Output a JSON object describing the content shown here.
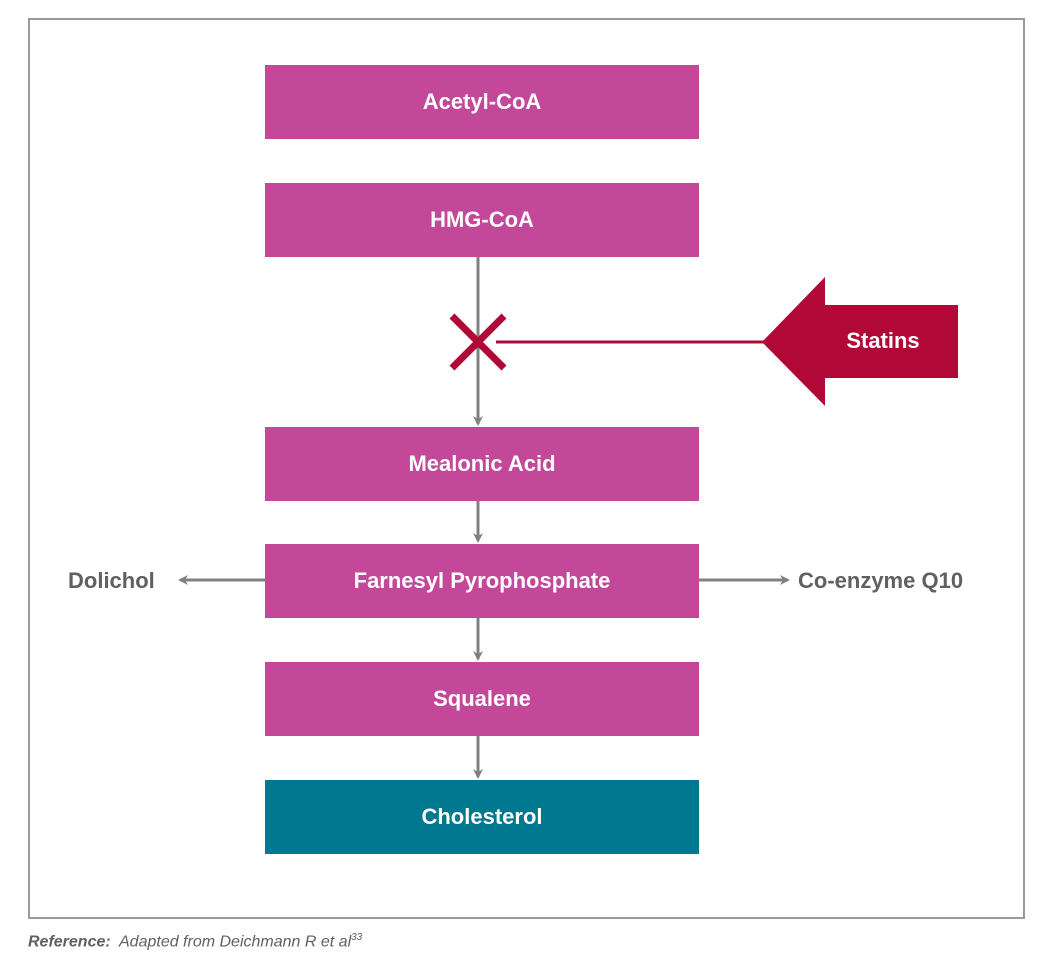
{
  "diagram": {
    "steps": [
      {
        "label": "Acetyl-CoA",
        "color": "#c4489a"
      },
      {
        "label": "HMG-CoA",
        "color": "#c4489a"
      },
      {
        "label": "Mealonic Acid",
        "color": "#c4489a"
      },
      {
        "label": "Farnesyl Pyrophosphate",
        "color": "#c4489a"
      },
      {
        "label": "Squalene",
        "color": "#c4489a"
      },
      {
        "label": "Cholesterol",
        "color": "#00788f"
      }
    ],
    "branches": {
      "left": "Dolichol",
      "right": "Co-enzyme Q10"
    },
    "inhibitor": {
      "label": "Statins",
      "color": "#b20838",
      "mark": "x-icon"
    }
  },
  "reference": {
    "label": "Reference:",
    "text": "Adapted from Deichmann R et al",
    "sup": "33"
  }
}
